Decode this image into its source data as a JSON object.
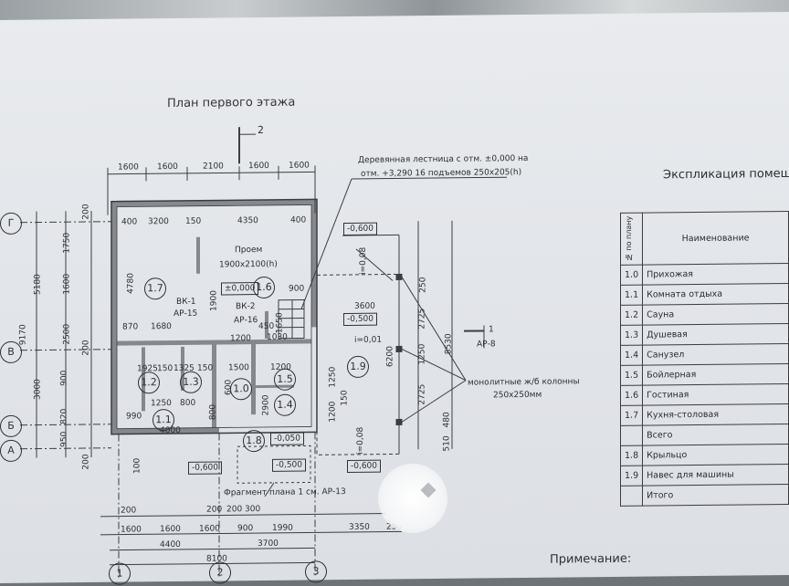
{
  "title": "План первого этажа",
  "section_mark": "2",
  "stair_note": {
    "line1": "Деревянная лестница с отм. ±0,000 на",
    "line2": "отм. +3,290 16 подъемов 250х205(h)"
  },
  "top_dims": [
    "1600",
    "1600",
    "2100",
    "1600",
    "1600"
  ],
  "bottom_dims_row1": [
    "1600",
    "1600",
    "1600",
    "900",
    "1990",
    "3350",
    "250"
  ],
  "bottom_dims_row1b": [
    "200",
    "200",
    "200",
    "300"
  ],
  "bottom_dims_row2": [
    "4400",
    "3700"
  ],
  "bottom_total": "8100",
  "left_dims": [
    "200",
    "1750",
    "1600",
    "2500",
    "200",
    "900",
    "820",
    "950",
    "200"
  ],
  "left_totals": [
    "5180",
    "9170",
    "3000"
  ],
  "axes_vertical": [
    "Г",
    "В",
    "Б",
    "А"
  ],
  "axes_horizontal": [
    "1",
    "2",
    "3"
  ],
  "elevations": [
    "-0,600",
    "-0,500",
    "-0,600",
    "-0,050",
    "-0,500",
    "-0,600",
    "±0,000"
  ],
  "room_numbers": [
    "1.7",
    "1.6",
    "1.2",
    "1.3",
    "1.1",
    "1.0",
    "1.5",
    "1.4",
    "1.8",
    "1.9"
  ],
  "opening": {
    "label": "Проем",
    "size": "1900х2100(h)"
  },
  "tags": [
    "ВК-1",
    "АР-15",
    "ВК-2",
    "АР-16",
    "АР-8",
    "1"
  ],
  "inner_dims": [
    "400",
    "3200",
    "150",
    "4350",
    "400",
    "4780",
    "1900",
    "900",
    "1650",
    "870",
    "1680",
    "1200",
    "450",
    "1030",
    "1925",
    "150",
    "1325",
    "150",
    "1500",
    "1200",
    "1250",
    "800",
    "990",
    "4000",
    "800",
    "600",
    "3600",
    "2725",
    "6200",
    "1250",
    "2725",
    "8530",
    "250",
    "1250",
    "1200",
    "150",
    "480",
    "510",
    "100",
    "2900"
  ],
  "slope_labels": [
    "i=0,08",
    "i=0,01",
    "i=0,08"
  ],
  "column_note": {
    "line1": "монолитные ж/б колонны",
    "line2": "250х250мм"
  },
  "fragment_note": "Фрагмент плана 1 см. АР-13",
  "explication": {
    "title": "Экспликация помещений",
    "col_num": "№ по плану",
    "col_name": "Наименование",
    "rows": [
      {
        "n": "1.0",
        "name": "Прихожая"
      },
      {
        "n": "1.1",
        "name": "Комната отдыха"
      },
      {
        "n": "1.2",
        "name": "Сауна"
      },
      {
        "n": "1.3",
        "name": "Душевая"
      },
      {
        "n": "1.4",
        "name": "Санузел"
      },
      {
        "n": "1.5",
        "name": "Бойлерная"
      },
      {
        "n": "1.6",
        "name": "Гостиная"
      },
      {
        "n": "1.7",
        "name": "Кухня-столовая"
      },
      {
        "n": "",
        "name": "Всего"
      },
      {
        "n": "1.8",
        "name": "Крыльцо"
      },
      {
        "n": "1.9",
        "name": "Навес для машины"
      },
      {
        "n": "",
        "name": "Итого"
      }
    ]
  },
  "note_title": "Примечание:"
}
